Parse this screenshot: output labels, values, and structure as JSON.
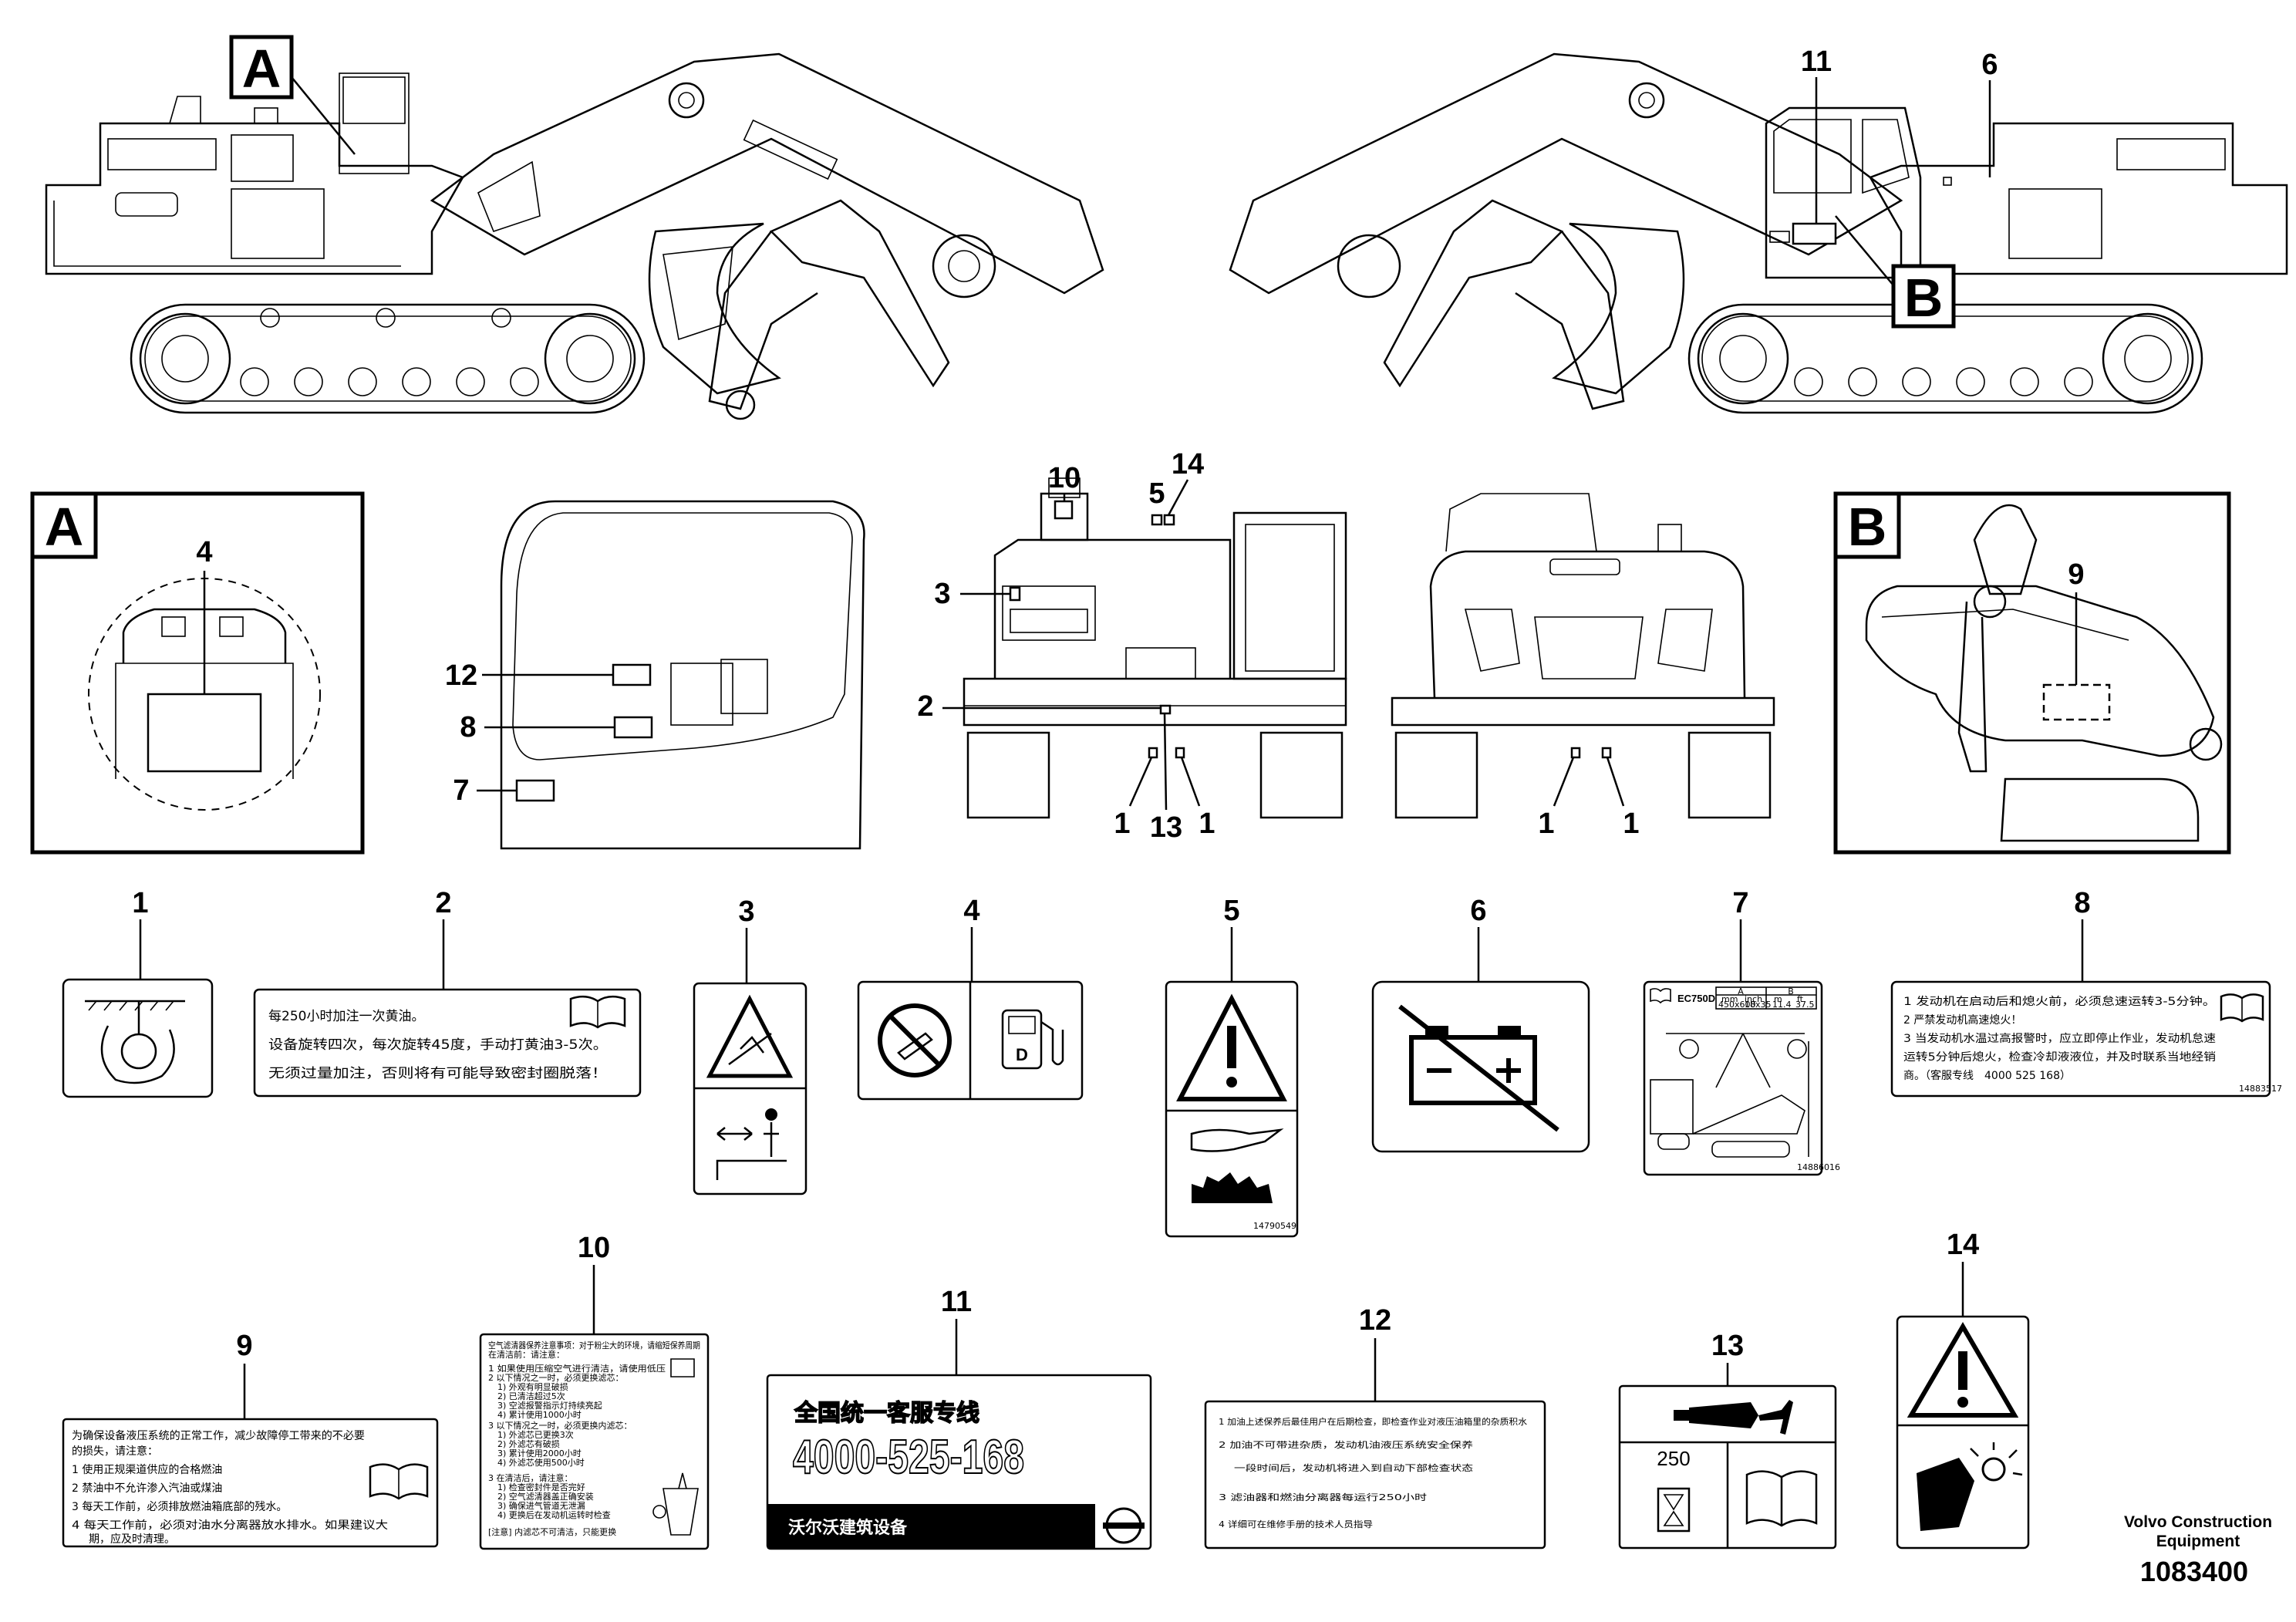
{
  "diagram": {
    "callout_letters": [
      "A",
      "B"
    ],
    "part_numbers": [
      "1",
      "2",
      "3",
      "4",
      "5",
      "6",
      "7",
      "8",
      "9",
      "10",
      "11",
      "12",
      "13",
      "14"
    ],
    "view_callouts": {
      "top_right": [
        "11",
        "6"
      ],
      "door": [
        "12",
        "8",
        "7"
      ],
      "rear": [
        "10",
        "5",
        "14",
        "3",
        "2",
        "1",
        "13",
        "1"
      ],
      "front": [
        "1",
        "1"
      ],
      "detail_a": "4",
      "detail_b": "9"
    }
  },
  "decals": {
    "d2": {
      "lines": [
        "每250小时加注一次黄油。",
        "设备旋转四次，每次旋转45度，手动打黄油3-5次。",
        "无须过量加注，否则将有可能导致密封圈脱落！"
      ]
    },
    "d7": {
      "model": "EC750D",
      "table_header": [
        "A",
        "B"
      ],
      "table_units": [
        "mm",
        "inch",
        "m",
        "ft"
      ],
      "table_values": [
        "450x600",
        "18x35",
        "11.4",
        "37.5"
      ],
      "part_no": "14886016"
    },
    "d5": {
      "part_no": "14790549"
    },
    "d8": {
      "lines": [
        "1 发动机在启动后和熄火前，必须怠速运转3-5分钟。",
        "2 严禁发动机高速熄火！",
        "3 当发动机水温过高报警时，应立即停止作业，发动机怠速",
        "运转5分钟后熄火，检查冷却液液位，并及时联系当地经销",
        "商。（客服专线　4000 525 168）"
      ],
      "part_no": "14883517"
    },
    "d9": {
      "lines": [
        "为确保设备液压系统的正常工作，减少故障停工带来的不必要",
        "的损失，请注意：",
        "1 使用正规渠道供应的合格燃油",
        "2 禁油中不允许渗入汽油或煤油",
        "3 每天工作前，必须排放燃油箱底部的残水。",
        "4 每天工作前，必须对油水分离器放水排水。如果建议大",
        "期，应及时清理。"
      ]
    },
    "d10": {
      "lines": [
        "空气滤清器保养注意事项：对于粉尘大的环境，请缩短保养周期",
        "在清洁前：请注意：",
        "1 如果使用压缩空气进行清洁，请使用低压",
        "2 以下情况之一时，必须更换滤芯：",
        "1) 外观有明显破损",
        "2) 已清洁超过5次",
        "3) 空滤报警指示灯持续亮起",
        "4) 累计使用1000小时",
        "3 以下情况之一时，必须更换内滤芯：",
        "1) 外滤芯已更换3次",
        "2) 外滤芯有破损",
        "3) 累计使用2000小时",
        "4) 外滤芯使用500小时",
        "3 在清洁后，请注意：",
        "1) 检查密封件是否完好",
        "2) 空气滤清器盖正确安装",
        "3) 确保进气管道无泄漏",
        "4) 更换后在发动机运转时检查",
        "[注意] 内滤芯不可清洁，只能更换"
      ]
    },
    "d11": {
      "headline": "全国统一客服专线",
      "phone": "4000-525-168",
      "company": "沃尔沃建筑设备"
    },
    "d12": {
      "lines": [
        "1 加油上述保养后最佳用户在后期检查，即检查作业对液压油箱里的杂质积水",
        "2 加油不可带进杂质，发动机油液压系统安全保养",
        "一段时间后，发动机将进入到自动下部检查状态",
        "3 滤油器和燃油分离器每运行250小时",
        "4 详细可在维修手册的技术人员指导"
      ]
    },
    "d13": {
      "interval": "250"
    }
  },
  "footer": {
    "company_line1": "Volvo Construction",
    "company_line2": "Equipment",
    "doc_number": "1083400"
  }
}
